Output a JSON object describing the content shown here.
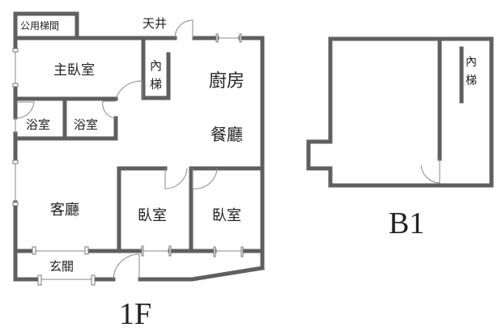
{
  "floor_1f": {
    "title": "1F",
    "rooms": {
      "stairwell": "公用梯間",
      "skylight": "天井",
      "master_bedroom": "主臥室",
      "inner_stairs_1": "內",
      "inner_stairs_2": "梯",
      "kitchen": "廚房",
      "dining": "餐廳",
      "bath_1": "浴室",
      "bath_2": "浴室",
      "living": "客廳",
      "bedroom_1": "臥室",
      "bedroom_2": "臥室",
      "foyer": "玄關"
    }
  },
  "floor_b1": {
    "title": "B1",
    "rooms": {
      "inner_stairs_1": "內",
      "inner_stairs_2": "梯"
    }
  },
  "colors": {
    "wall": "#5f5f5f"
  }
}
